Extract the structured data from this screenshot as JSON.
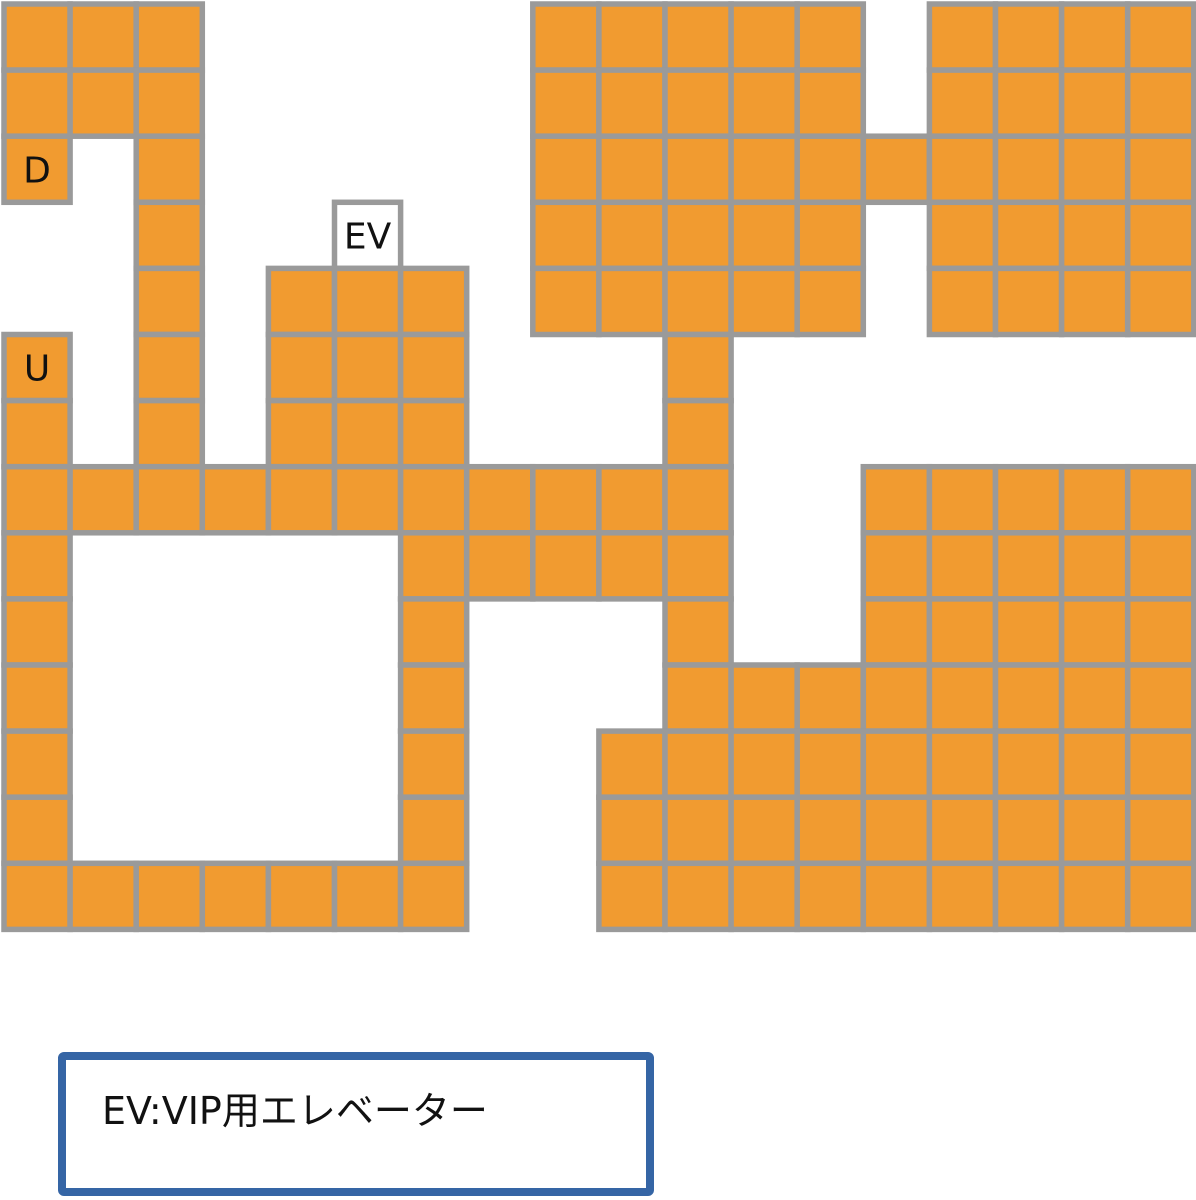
{
  "map": {
    "colors": {
      "floor": "#f19b30",
      "border": "#9a9a9a",
      "empty": "#ffffff",
      "text": "#111111"
    },
    "grid_rows": [
      "###.....#####.####",
      "###.....#####.####",
      "D.#.....##########",
      "..#..E..#####.####",
      "..#.###.#####.####",
      "U.#.###...#.......",
      "#.#.###...#.......",
      "###########..#####",
      "#.....#####..#####",
      "#.....#...#..#####",
      "#.....#...########",
      "#.....#..#########",
      "#.....#..#########",
      "#######..#########"
    ],
    "cell_labels": {
      "D": "D",
      "U": "U",
      "E": "EV"
    }
  },
  "legend": {
    "text": "EV:VIP用エレベーター",
    "border_color": "#3565a5"
  }
}
